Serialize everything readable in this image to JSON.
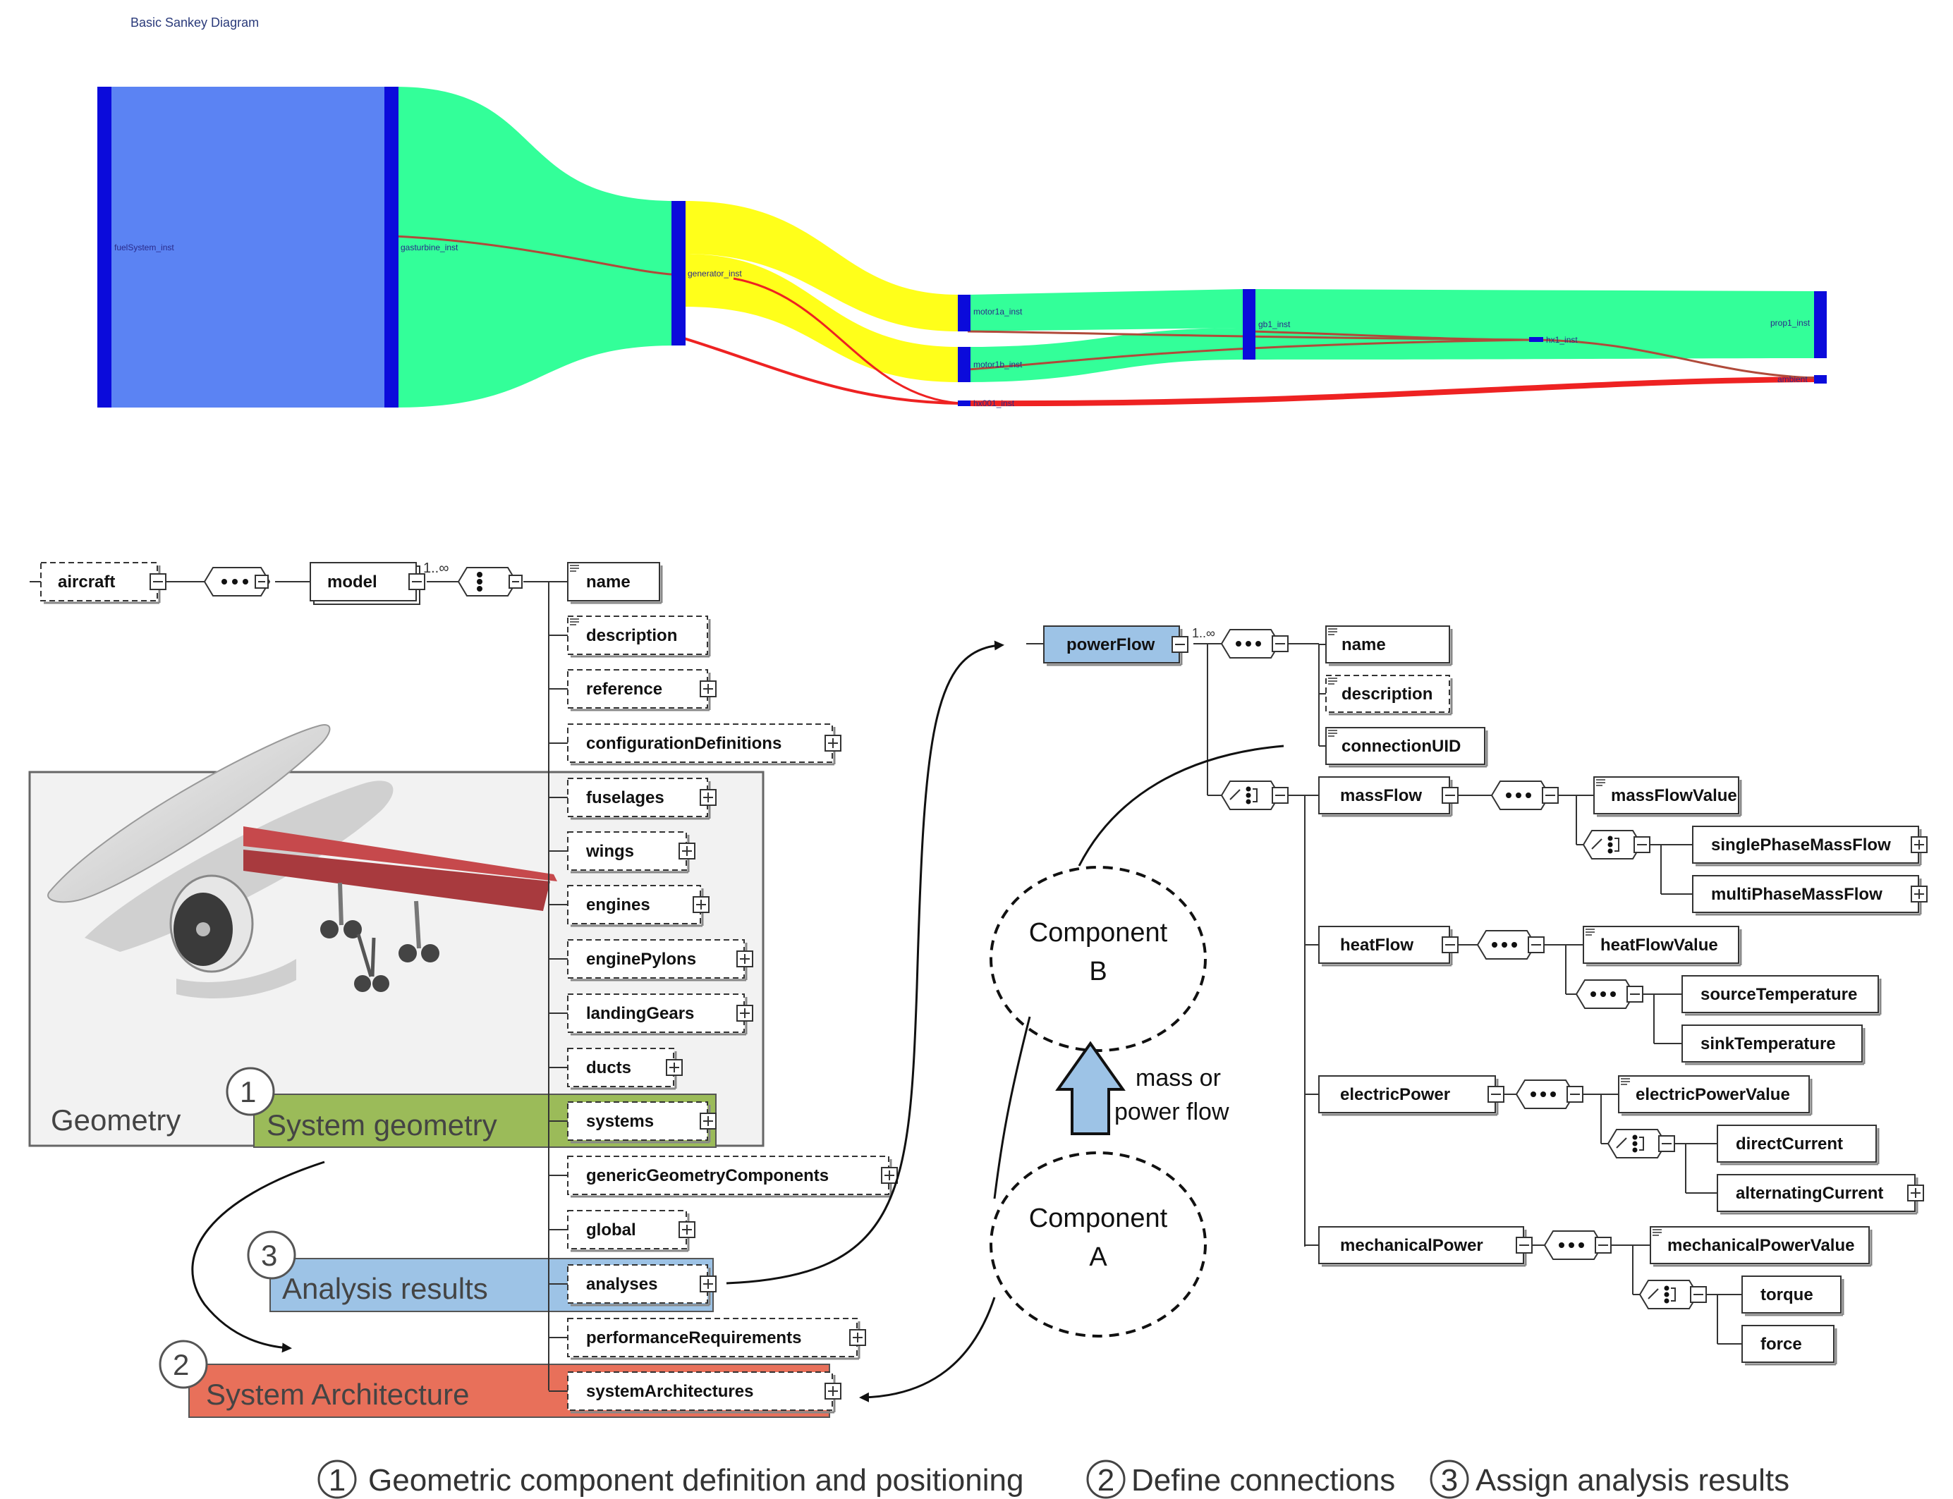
{
  "sankey": {
    "title": "Basic Sankey Diagram",
    "nodes": [
      "fuelSystem_inst",
      "gasturbine_inst",
      "generator_inst",
      "motor1a_inst",
      "motor1b_inst",
      "hx001_inst",
      "gb1_inst",
      "hx1_inst",
      "prop1_inst",
      "ambient"
    ],
    "colors": {
      "node": "#0b0bdb",
      "source_block": "#5b83f3",
      "gas_flow": "#33ff99",
      "electric_flow": "#ffff1a",
      "heat_flow": "#ee2222",
      "heat_flow_dark": "#b04a3a"
    }
  },
  "schema": {
    "root": "aircraft",
    "model": "model",
    "model_cardinality": "1..∞",
    "model_children": [
      "name",
      "description",
      "reference",
      "configurationDefinitions",
      "fuselages",
      "wings",
      "engines",
      "enginePylons",
      "landingGears",
      "ducts",
      "systems",
      "genericGeometryComponents",
      "global",
      "analyses",
      "performanceRequirements",
      "systemArchitectures"
    ],
    "power_flow": {
      "root": "powerFlow",
      "cardinality": "1..∞",
      "seq_children": [
        "name",
        "description",
        "connectionUID"
      ],
      "choice_children": [
        "massFlow",
        "heatFlow",
        "electricPower",
        "mechanicalPower"
      ],
      "massFlow": {
        "value": "massFlowValue",
        "choice": [
          "singlePhaseMassFlow",
          "multiPhaseMassFlow"
        ]
      },
      "heatFlow": {
        "value": "heatFlowValue",
        "seq": [
          "sourceTemperature",
          "sinkTemperature"
        ]
      },
      "electricPower": {
        "value": "electricPowerValue",
        "choice": [
          "directCurrent",
          "alternatingCurrent"
        ]
      },
      "mechanicalPower": {
        "value": "mechanicalPowerValue",
        "choice": [
          "torque",
          "force"
        ]
      }
    }
  },
  "annotations": {
    "geometry": "Geometry",
    "system_geometry": "System geometry",
    "analysis_results": "Analysis results",
    "system_architecture": "System Architecture",
    "num1": "1",
    "num2": "2",
    "num3": "3",
    "component_b_line1": "Component",
    "component_b_line2": "B",
    "component_a_line1": "Component",
    "component_a_line2": "A",
    "flow_line1": "mass or",
    "flow_line2": "power flow",
    "colors": {
      "system_geometry": "#9bbb59",
      "analysis_results": "#9dc3e6",
      "system_architecture": "#e8705a"
    }
  },
  "caption": {
    "n1": "1",
    "t1": "Geometric component definition and positioning",
    "n2": "2",
    "t2": "Define connections",
    "n3": "3",
    "t3": "Assign analysis results"
  }
}
